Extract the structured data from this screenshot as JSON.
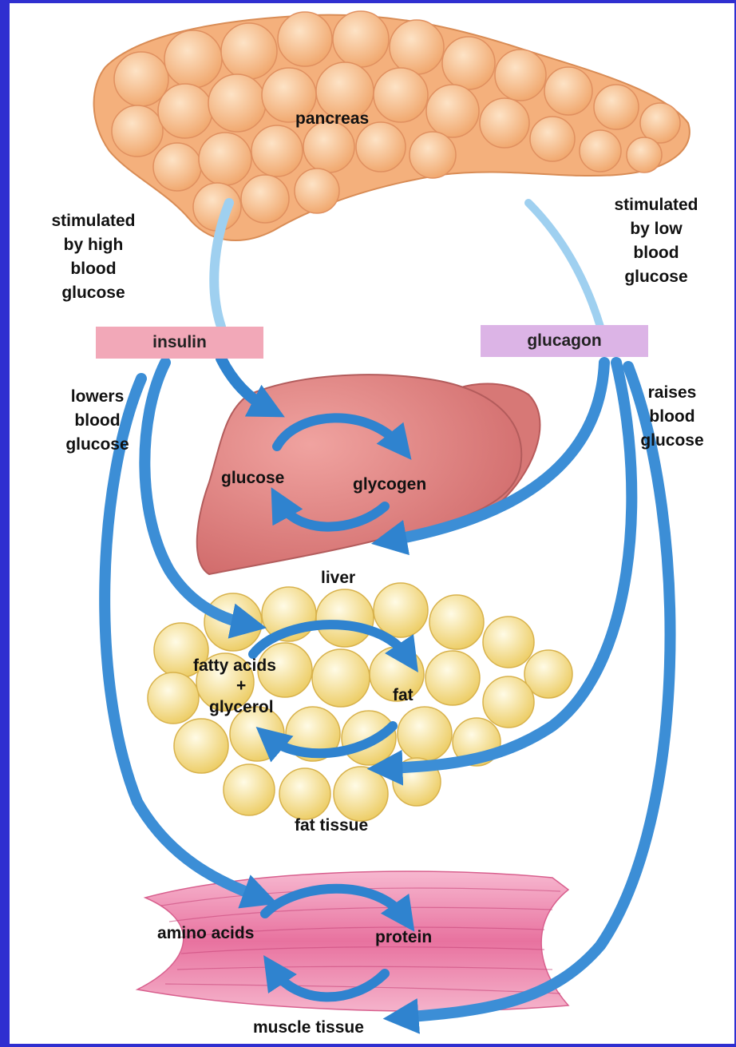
{
  "colors": {
    "page_border": "#2f2fd0",
    "insulin_box": "#f2a8b8",
    "glucagon_box": "#dcb4e6",
    "arrow": "#3c8ed6",
    "arrow_light": "#9fd0f0",
    "pancreas": "#f5b683",
    "liver": "#e58583",
    "fat": "#f3dc88",
    "muscle": "#ee8ab0"
  },
  "organs": {
    "pancreas": "pancreas",
    "liver": "liver",
    "fat": "fat tissue",
    "muscle": "muscle tissue"
  },
  "conditions": {
    "high": "stimulated\nby high\nblood\nglucose",
    "low": "stimulated\nby low\nblood\nglucose"
  },
  "hormones": {
    "insulin": "insulin",
    "glucagon": "glucagon"
  },
  "effects": {
    "lowers": "lowers\nblood\nglucose",
    "raises": "raises\nblood\nglucose"
  },
  "molecules": {
    "glucose": "glucose",
    "glycogen": "glycogen",
    "fatty_acids": "fatty acids",
    "plus": "+",
    "glycerol": "glycerol",
    "fat": "fat",
    "amino_acids": "amino acids",
    "protein": "protein"
  }
}
